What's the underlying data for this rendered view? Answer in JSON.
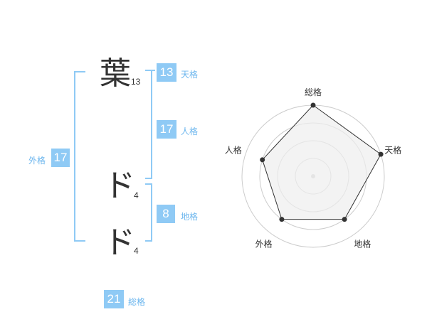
{
  "name_chars": [
    {
      "char": "葉",
      "strokes": "13"
    },
    {
      "char": "ド",
      "strokes": "4"
    },
    {
      "char": "ド",
      "strokes": "4"
    }
  ],
  "fortunes": {
    "tenkaku": {
      "value": "13",
      "label": "天格"
    },
    "jinkaku": {
      "value": "17",
      "label": "人格"
    },
    "chikaku": {
      "value": "8",
      "label": "地格"
    },
    "gaikaku": {
      "value": "17",
      "label": "外格"
    },
    "soukaku": {
      "value": "21",
      "label": "総格"
    }
  },
  "chart_data": {
    "type": "radar",
    "axes": [
      "総格",
      "天格",
      "地格",
      "外格",
      "人格"
    ],
    "values": [
      4,
      4,
      3,
      3,
      3
    ],
    "max": 4,
    "colors": {
      "fill": "#eeeeee",
      "line": "#333333",
      "grid": "#cccccc",
      "accent": "#8fcaf5"
    }
  }
}
